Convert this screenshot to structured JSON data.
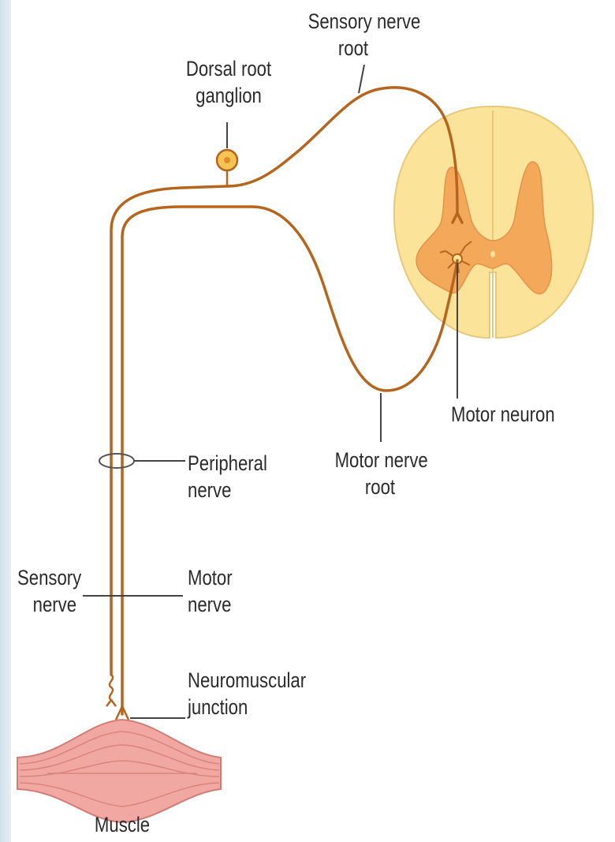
{
  "labels": {
    "sensory_nerve_root": [
      "Sensory nerve",
      "root"
    ],
    "dorsal_root_ganglion": [
      "Dorsal root",
      "ganglion"
    ],
    "motor_neuron": "Motor neuron",
    "motor_nerve_root": [
      "Motor nerve",
      "root"
    ],
    "peripheral_nerve": [
      "Peripheral",
      "nerve"
    ],
    "sensory_nerve": [
      "Sensory",
      "nerve"
    ],
    "motor_nerve": [
      "Motor",
      "nerve"
    ],
    "neuromuscular_junction": [
      "Neuromuscular",
      "junction"
    ],
    "muscle": "Muscle"
  },
  "colors": {
    "nerve": "#b5651d",
    "spinal_white_matter": "#fbe39a",
    "spinal_white_matter_stroke": "#e7c97a",
    "spinal_gray_matter": "#f3a85a",
    "muscle_fill": "#f2a8a2",
    "muscle_stroke": "#d27c76",
    "ganglion_fill": "#f6c453",
    "leader_line": "#444444"
  }
}
